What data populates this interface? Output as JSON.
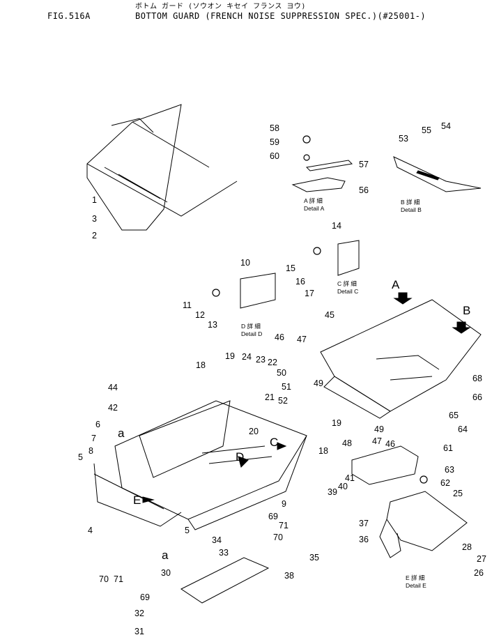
{
  "header": {
    "katakana": "ボトム ガード (ソウオン キセイ フランス ヨウ)",
    "fig": "FIG.516A",
    "title": "BOTTOM GUARD (FRENCH NOISE SUPPRESSION SPEC.)(#25001-)"
  },
  "callouts": [
    {
      "id": "58",
      "text": "58"
    },
    {
      "id": "59",
      "text": "59"
    },
    {
      "id": "60",
      "text": "60"
    },
    {
      "id": "57",
      "text": "57"
    },
    {
      "id": "56",
      "text": "56"
    },
    {
      "id": "55",
      "text": "55"
    },
    {
      "id": "54",
      "text": "54"
    },
    {
      "id": "53",
      "text": "53"
    },
    {
      "id": "1",
      "text": "1"
    },
    {
      "id": "3",
      "text": "3"
    },
    {
      "id": "2",
      "text": "2"
    },
    {
      "id": "14",
      "text": "14"
    },
    {
      "id": "15",
      "text": "15"
    },
    {
      "id": "16",
      "text": "16"
    },
    {
      "id": "17",
      "text": "17"
    },
    {
      "id": "10",
      "text": "10"
    },
    {
      "id": "11",
      "text": "11"
    },
    {
      "id": "12",
      "text": "12"
    },
    {
      "id": "13",
      "text": "13"
    },
    {
      "id": "45",
      "text": "45"
    },
    {
      "id": "46",
      "text": "46"
    },
    {
      "id": "47a",
      "text": "47"
    },
    {
      "id": "18a",
      "text": "18"
    },
    {
      "id": "19a",
      "text": "19"
    },
    {
      "id": "24",
      "text": "24"
    },
    {
      "id": "23",
      "text": "23"
    },
    {
      "id": "22",
      "text": "22"
    },
    {
      "id": "50",
      "text": "50"
    },
    {
      "id": "49a",
      "text": "49"
    },
    {
      "id": "51",
      "text": "51"
    },
    {
      "id": "52",
      "text": "52"
    },
    {
      "id": "21",
      "text": "21"
    },
    {
      "id": "20",
      "text": "20"
    },
    {
      "id": "19b",
      "text": "19"
    },
    {
      "id": "49b",
      "text": "49"
    },
    {
      "id": "48",
      "text": "48"
    },
    {
      "id": "18b",
      "text": "18"
    },
    {
      "id": "47b",
      "text": "47"
    },
    {
      "id": "46b",
      "text": "46"
    },
    {
      "id": "68",
      "text": "68"
    },
    {
      "id": "66",
      "text": "66"
    },
    {
      "id": "65",
      "text": "65"
    },
    {
      "id": "64",
      "text": "64"
    },
    {
      "id": "44",
      "text": "44"
    },
    {
      "id": "42",
      "text": "42"
    },
    {
      "id": "6",
      "text": "6"
    },
    {
      "id": "7",
      "text": "7"
    },
    {
      "id": "8",
      "text": "8"
    },
    {
      "id": "5a",
      "text": "5"
    },
    {
      "id": "4",
      "text": "4"
    },
    {
      "id": "5b",
      "text": "5"
    },
    {
      "id": "9",
      "text": "9"
    },
    {
      "id": "61",
      "text": "61"
    },
    {
      "id": "63",
      "text": "63"
    },
    {
      "id": "62",
      "text": "62"
    },
    {
      "id": "41",
      "text": "41"
    },
    {
      "id": "40",
      "text": "40"
    },
    {
      "id": "39",
      "text": "39"
    },
    {
      "id": "69a",
      "text": "69"
    },
    {
      "id": "71a",
      "text": "71"
    },
    {
      "id": "70a",
      "text": "70"
    },
    {
      "id": "34",
      "text": "34"
    },
    {
      "id": "33",
      "text": "33"
    },
    {
      "id": "37",
      "text": "37"
    },
    {
      "id": "36",
      "text": "36"
    },
    {
      "id": "35",
      "text": "35"
    },
    {
      "id": "38",
      "text": "38"
    },
    {
      "id": "25",
      "text": "25"
    },
    {
      "id": "28",
      "text": "28"
    },
    {
      "id": "27",
      "text": "27"
    },
    {
      "id": "26",
      "text": "26"
    },
    {
      "id": "70b",
      "text": "70"
    },
    {
      "id": "71b",
      "text": "71"
    },
    {
      "id": "69b",
      "text": "69"
    },
    {
      "id": "30",
      "text": "30"
    },
    {
      "id": "32",
      "text": "32"
    },
    {
      "id": "31",
      "text": "31"
    }
  ],
  "detail_labels": [
    {
      "id": "A",
      "jp": "A 詳 細",
      "en": "Detail A"
    },
    {
      "id": "B",
      "jp": "B 詳 細",
      "en": "Detail B"
    },
    {
      "id": "C",
      "jp": "C 詳 細",
      "en": "Detail C"
    },
    {
      "id": "D",
      "jp": "D 詳 細",
      "en": "Detail D"
    },
    {
      "id": "E",
      "jp": "E 詳 細",
      "en": "Detail E"
    }
  ],
  "view_letters": [
    {
      "id": "A",
      "text": "A"
    },
    {
      "id": "B",
      "text": "B"
    },
    {
      "id": "C",
      "text": "C"
    },
    {
      "id": "D",
      "text": "D"
    },
    {
      "id": "E",
      "text": "E"
    },
    {
      "id": "a1",
      "text": "a"
    },
    {
      "id": "a2",
      "text": "a"
    }
  ]
}
